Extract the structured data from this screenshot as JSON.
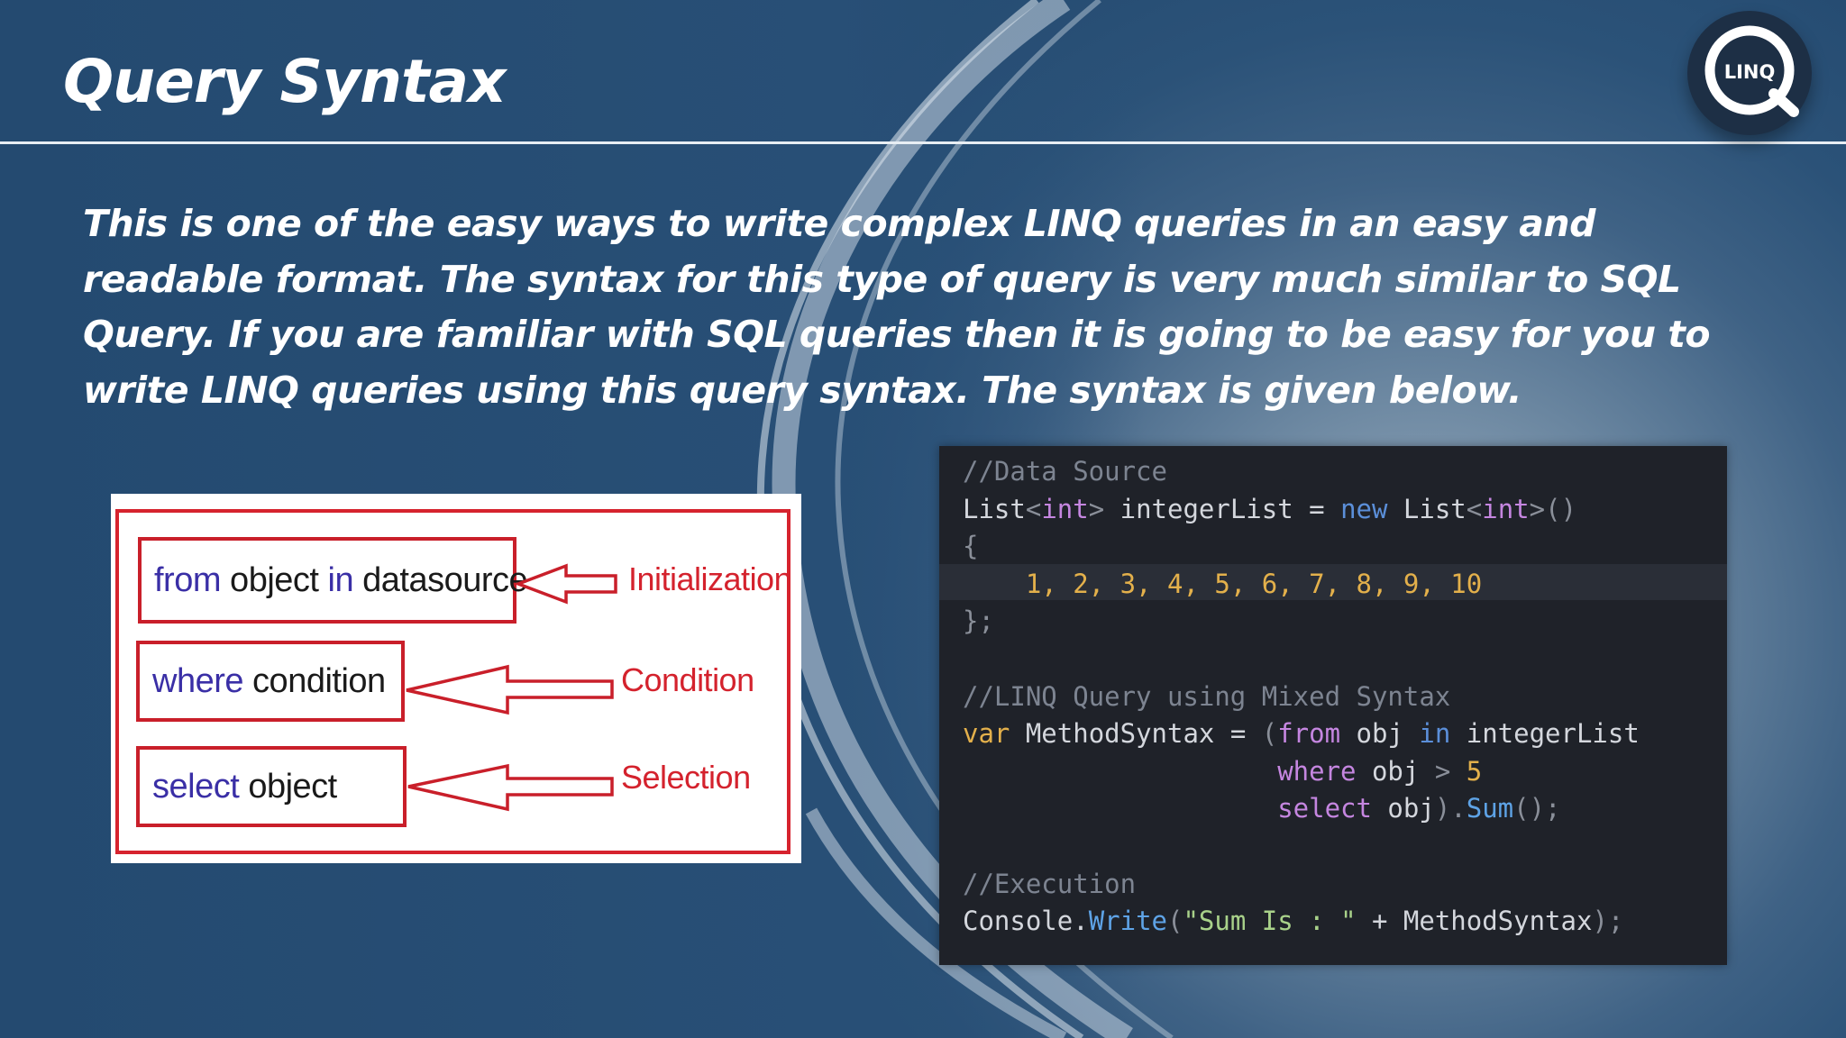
{
  "slide": {
    "title": "Query Syntax",
    "logo_text": "LINQ",
    "intro": "This is one of the easy ways to write complex LINQ queries in an easy and readable format. The syntax for this type of query is very much similar to SQL Query. If you are familiar with SQL queries then it is going to be easy for you to write LINQ queries using this query syntax. The syntax is given below."
  },
  "diagram": {
    "rows": [
      {
        "keyword1": "from",
        "text1": " object ",
        "keyword2": "in",
        "text2": " datasource",
        "label": "Initialization"
      },
      {
        "keyword1": "where",
        "text1": " condition",
        "label": "Condition"
      },
      {
        "keyword1": "select",
        "text1": " object",
        "label": "Selection"
      }
    ]
  },
  "code": {
    "comment1": "//Data Source",
    "comment2": "//LINQ Query using Mixed Syntax",
    "comment3": "//Execution",
    "numbers": "1, 2, 3, 4, 5, 6, 7, 8, 9, 10",
    "string_literal": "\"Sum Is : \""
  },
  "colors": {
    "accent_red": "#d6232e",
    "keyword_blue": "#3a2fa6",
    "code_bg": "#1f2229"
  },
  "icons": [
    "linq-logo-icon",
    "arrow-left-icon"
  ]
}
